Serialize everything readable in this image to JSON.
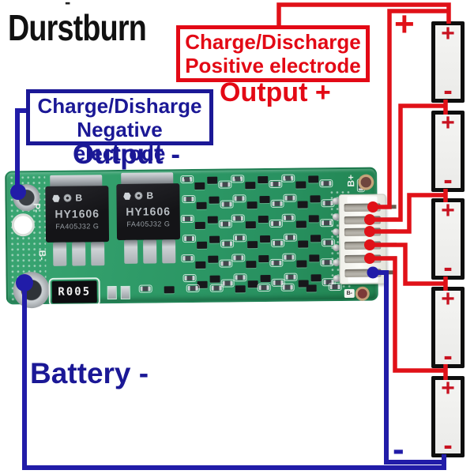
{
  "brand": "Durstburn",
  "stray_mark": "-",
  "callouts": {
    "positive_box": {
      "line1": "Charge/Discharge",
      "line2": "Positive electrode"
    },
    "output_plus": "Output +",
    "negative_box": {
      "line1": "Charge/Disharge",
      "line2": "Negative electrode"
    },
    "output_minus": "Output -",
    "battery_minus": "Battery -",
    "pack_positive_symbol": "+",
    "pack_negative_symbol": "-"
  },
  "board": {
    "silk_labels": {
      "p_minus": "P-",
      "b_minus_left": "B-",
      "b_plus": "B+",
      "b_minus_right": "B-"
    },
    "mosfets": [
      {
        "logo_letter": "B",
        "line1": "HY1606",
        "line2": "FA405J32 G"
      },
      {
        "logo_letter": "B",
        "line1": "HY1606",
        "line2": "FA405J32 G"
      }
    ],
    "shunt_resistor_label": "R005"
  },
  "battery_stack": {
    "cells": [
      {
        "plus": "+",
        "minus": "-"
      },
      {
        "plus": "+",
        "minus": "-"
      },
      {
        "plus": "+",
        "minus": "-"
      },
      {
        "plus": "+",
        "minus": "-"
      },
      {
        "plus": "+",
        "minus": "-"
      }
    ]
  },
  "colors": {
    "wire_red": "#e01118",
    "wire_blue": "#211ca8",
    "annotation_red": "#e30915",
    "annotation_blue": "#1b1896",
    "pcb_green": "#2f9e68",
    "battery_symbol_red": "#c81220"
  }
}
